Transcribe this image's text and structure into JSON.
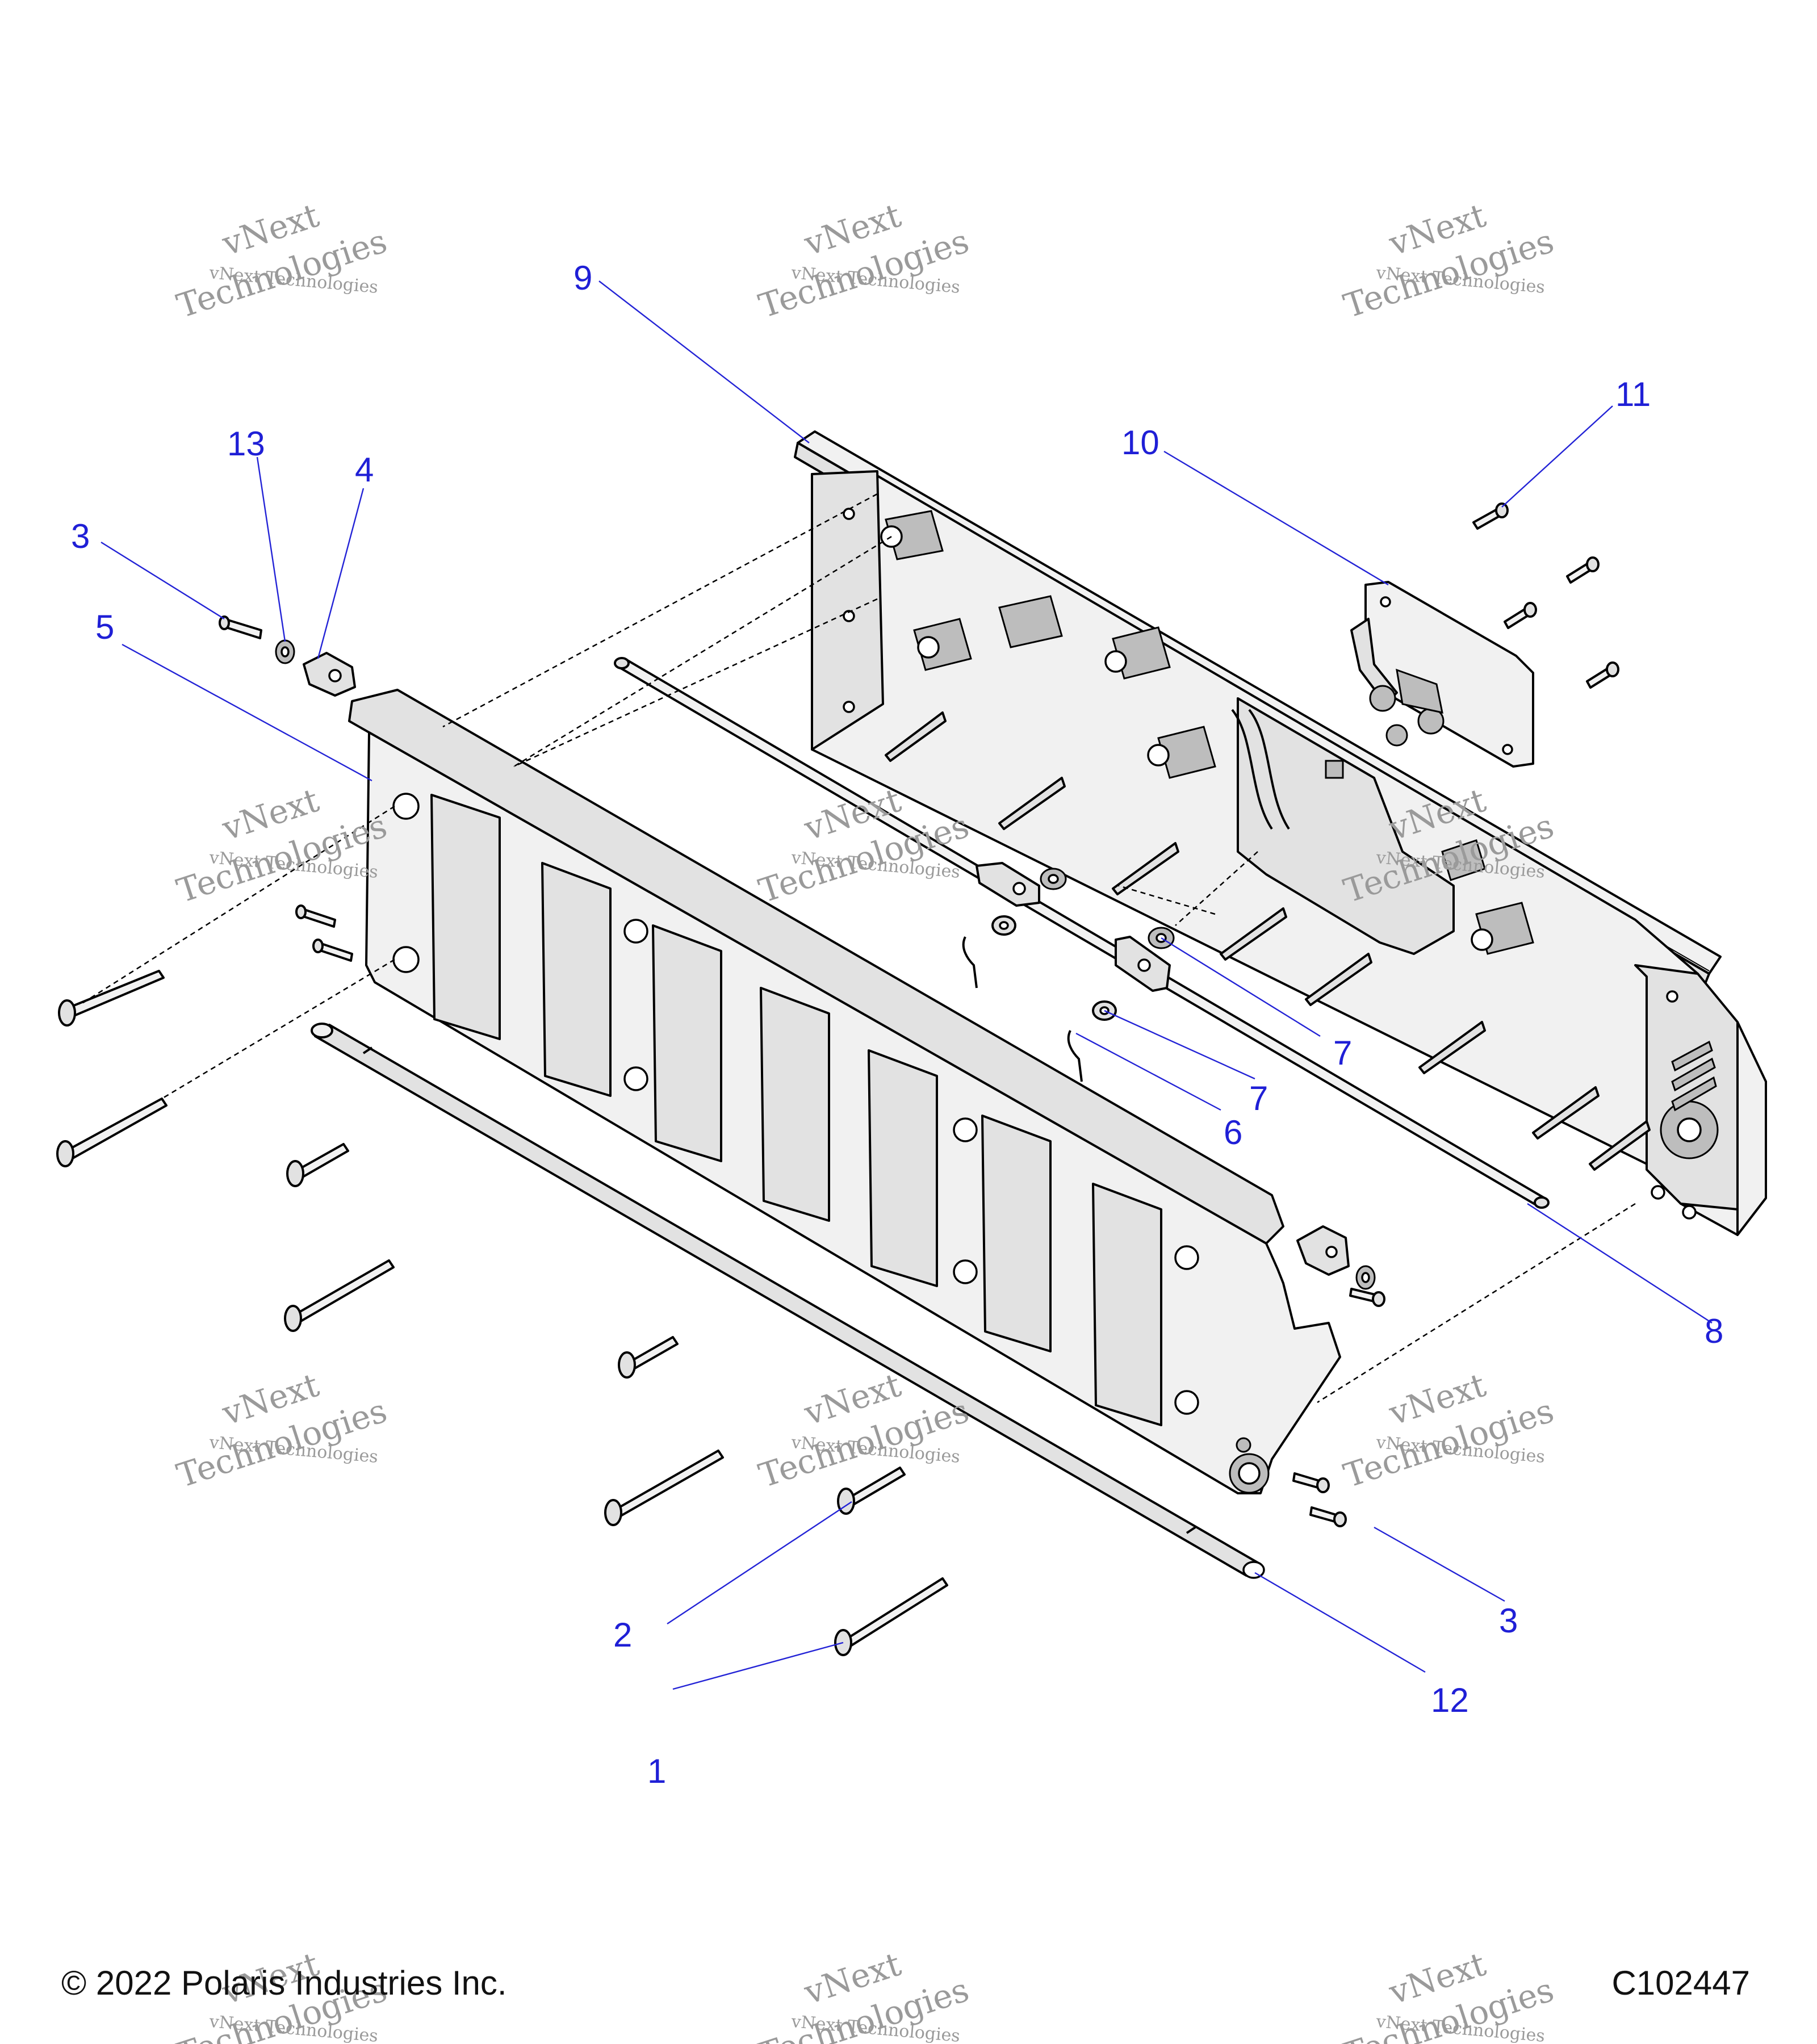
{
  "callouts": [
    {
      "id": "c1",
      "label": "1"
    },
    {
      "id": "c2",
      "label": "2"
    },
    {
      "id": "c3a",
      "label": "3"
    },
    {
      "id": "c3b",
      "label": "3"
    },
    {
      "id": "c4",
      "label": "4"
    },
    {
      "id": "c5",
      "label": "5"
    },
    {
      "id": "c6",
      "label": "6"
    },
    {
      "id": "c7a",
      "label": "7"
    },
    {
      "id": "c7b",
      "label": "7"
    },
    {
      "id": "c8",
      "label": "8"
    },
    {
      "id": "c9",
      "label": "9"
    },
    {
      "id": "c10",
      "label": "10"
    },
    {
      "id": "c11",
      "label": "11"
    },
    {
      "id": "c12",
      "label": "12"
    },
    {
      "id": "c13",
      "label": "13"
    }
  ],
  "watermark": {
    "line1": "vNext",
    "line2": "vNext Technologies",
    "line3": "Technologies"
  },
  "footer": {
    "copyright": "© 2022 Polaris Industries Inc.",
    "code": "C102447"
  },
  "colors": {
    "callout": "#1f1fd6",
    "leader": "#2323d6",
    "part_fill": "#e2e2e2",
    "watermark": "#9a9a9a"
  }
}
